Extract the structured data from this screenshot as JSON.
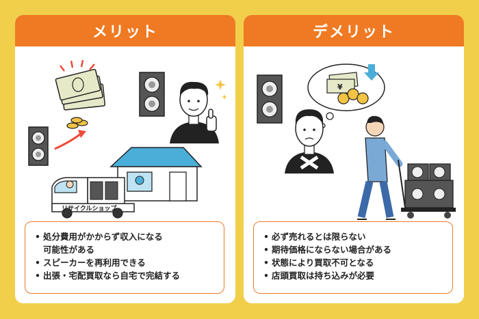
{
  "merit": {
    "title": "メリット",
    "truck_label": "リサイクルショップ",
    "items": [
      "処分費用がかからず収入になる\n可能性がある",
      "スピーカーを再利用できる",
      "出張・宅配買取なら自宅で完結する"
    ]
  },
  "demerit": {
    "title": "デメリット",
    "items": [
      "必ず売れるとは限らない",
      "期待価格にならない場合がある",
      "状態により買取不可となる",
      "店頭買取は持ち込みが必要"
    ]
  },
  "colors": {
    "background": "#f2cf4a",
    "accent": "#ef7a23",
    "money": "#e6e9c8",
    "coin": "#f3c443",
    "shop_roof": "#4aaed8",
    "shirt": "#7aa9d6"
  }
}
